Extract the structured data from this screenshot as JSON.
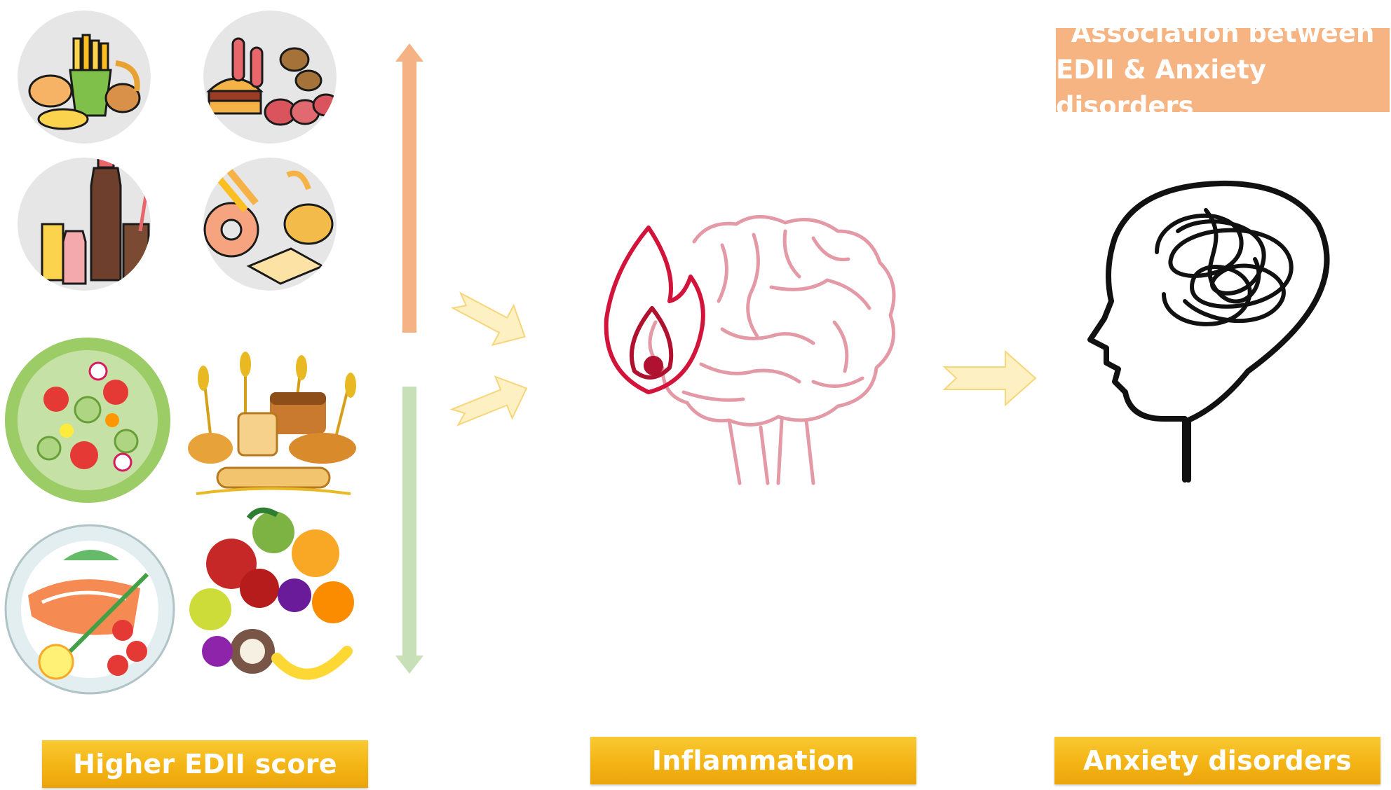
{
  "title": {
    "line1": "Association between",
    "line2": "EDII & Anxiety disorders"
  },
  "labels": {
    "diet": "Higher EDII score",
    "inflammation": "Inflammation",
    "anxiety": "Anxiety disorders"
  },
  "icons": {
    "pro_inflammatory_foods": [
      "fried-food-icon",
      "processed-meat-icon",
      "sugary-drinks-icon",
      "refined-carbs-sweets-icon"
    ],
    "anti_inflammatory_foods": [
      "vegetable-salad-icon",
      "whole-grains-icon",
      "fish-plate-icon",
      "fruits-icon"
    ],
    "inflamed_brain": "brain-fire-icon",
    "anxious_head": "tangled-thoughts-head-icon"
  },
  "colors": {
    "up_arrow": "#f5b385",
    "down_arrow": "#c8e0b8",
    "flow_arrow": "#fdf0c2",
    "flow_arrow_stroke": "#f7d67a",
    "label_gold": "#f4b414",
    "title_peach": "#f6b483",
    "brain_pink": "#e39aa6",
    "flame_red": "#d2143a"
  }
}
